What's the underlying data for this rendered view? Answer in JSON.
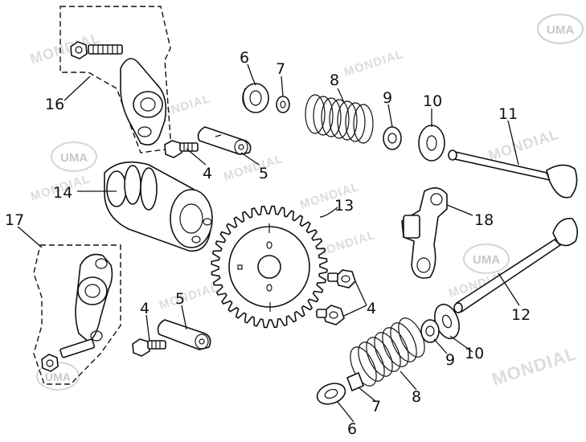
{
  "diagram": {
    "callouts": [
      {
        "id": "c16",
        "label": "16"
      },
      {
        "id": "c6a",
        "label": "6"
      },
      {
        "id": "c7a",
        "label": "7"
      },
      {
        "id": "c8a",
        "label": "8"
      },
      {
        "id": "c9a",
        "label": "9"
      },
      {
        "id": "c10a",
        "label": "10"
      },
      {
        "id": "c11",
        "label": "11"
      },
      {
        "id": "c4a",
        "label": "4"
      },
      {
        "id": "c5a",
        "label": "5"
      },
      {
        "id": "c14",
        "label": "14"
      },
      {
        "id": "c13",
        "label": "13"
      },
      {
        "id": "c17",
        "label": "17"
      },
      {
        "id": "c18",
        "label": "18"
      },
      {
        "id": "c4b",
        "label": "4"
      },
      {
        "id": "c5b",
        "label": "5"
      },
      {
        "id": "c4c",
        "label": "4"
      },
      {
        "id": "c12",
        "label": "12"
      },
      {
        "id": "c9b",
        "label": "9"
      },
      {
        "id": "c10b",
        "label": "10"
      },
      {
        "id": "c8b",
        "label": "8"
      },
      {
        "id": "c7b",
        "label": "7"
      },
      {
        "id": "c6b",
        "label": "6"
      }
    ],
    "watermarks": {
      "brand": "MONDIAL",
      "logo": "UMA"
    }
  },
  "colors": {
    "line": "#111111",
    "watermark": "#dcdcdc",
    "background": "#ffffff"
  }
}
